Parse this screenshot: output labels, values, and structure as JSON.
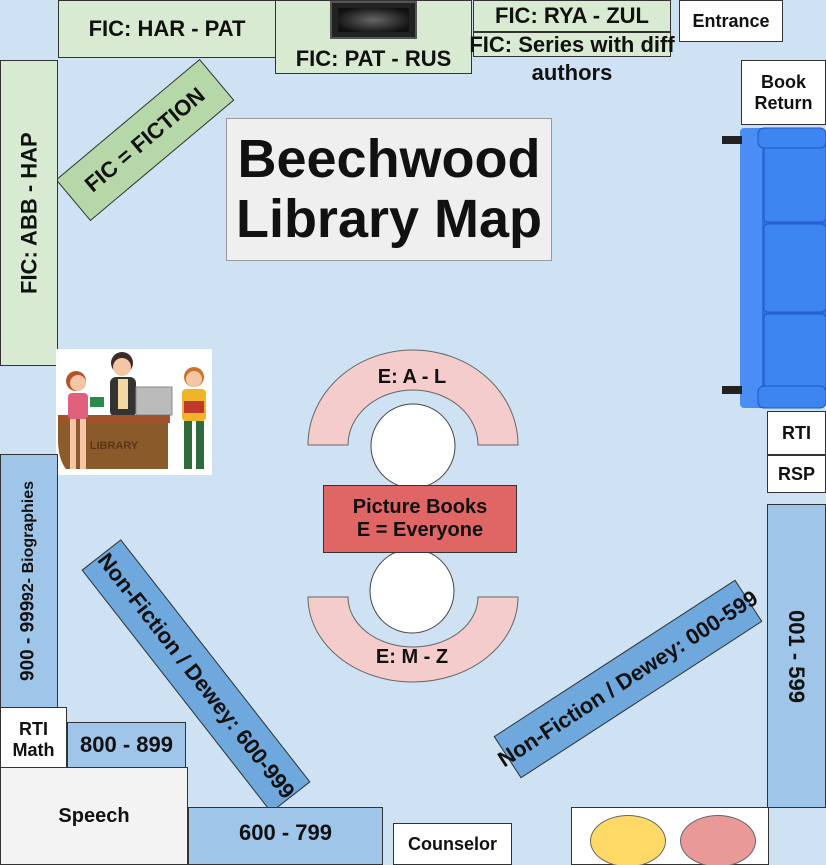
{
  "title_line1": "Beechwood",
  "title_line2": "Library Map",
  "entrance": "Entrance",
  "book_return_line1": "Book",
  "book_return_line2": "Return",
  "rti": "RTI",
  "rsp": "RSP",
  "fic_har_pat": "FIC: HAR - PAT",
  "fic_pat_rus": "FIC:  PAT - RUS",
  "fic_rya_zul": "FIC:  RYA - ZUL",
  "fic_series_line1": "FIC:  Series with diff",
  "fic_series_line2": "authors",
  "fic_abb_hap": "FIC: ABB  - HAP",
  "fic_equals_fiction": "FIC = FICTION",
  "e_a_l": "E:  A - L",
  "e_m_z": "E:  M - Z",
  "picture_books_line1": "Picture Books",
  "picture_books_line2": "E = Everyone",
  "range_900_999": "900 - 999",
  "biographies": "92- Biographies",
  "nonfiction_600_999": "Non-Fiction / Dewey:  600-999",
  "nonfiction_000_599": "Non-Fiction / Dewey:  000-599",
  "range_001_599": "001 - 599",
  "rti_math_line1": "RTI",
  "rti_math_line2": "Math",
  "range_800_899": "800 - 899",
  "speech": "Speech",
  "range_600_799": "600 - 799",
  "counselor": "Counselor",
  "library_desk_sign": "LIBRARY",
  "colors": {
    "floor": "#cfe2f3",
    "fiction_shelf": "#d9ead3",
    "fiction_label": "#b6d7a8",
    "dewey_shelf": "#9fc5e8",
    "dewey_diagonal": "#6fa8dc",
    "picture_book_arc": "#f4cccc",
    "picture_books": "#e06666",
    "couch": "#3d85f0",
    "yellow_seat": "#ffd966",
    "pink_seat": "#ea9999"
  },
  "icons": [
    "tv-screen-icon",
    "couch-icon",
    "librarian-desk-illustration",
    "round-table-icon",
    "seat-icon"
  ]
}
